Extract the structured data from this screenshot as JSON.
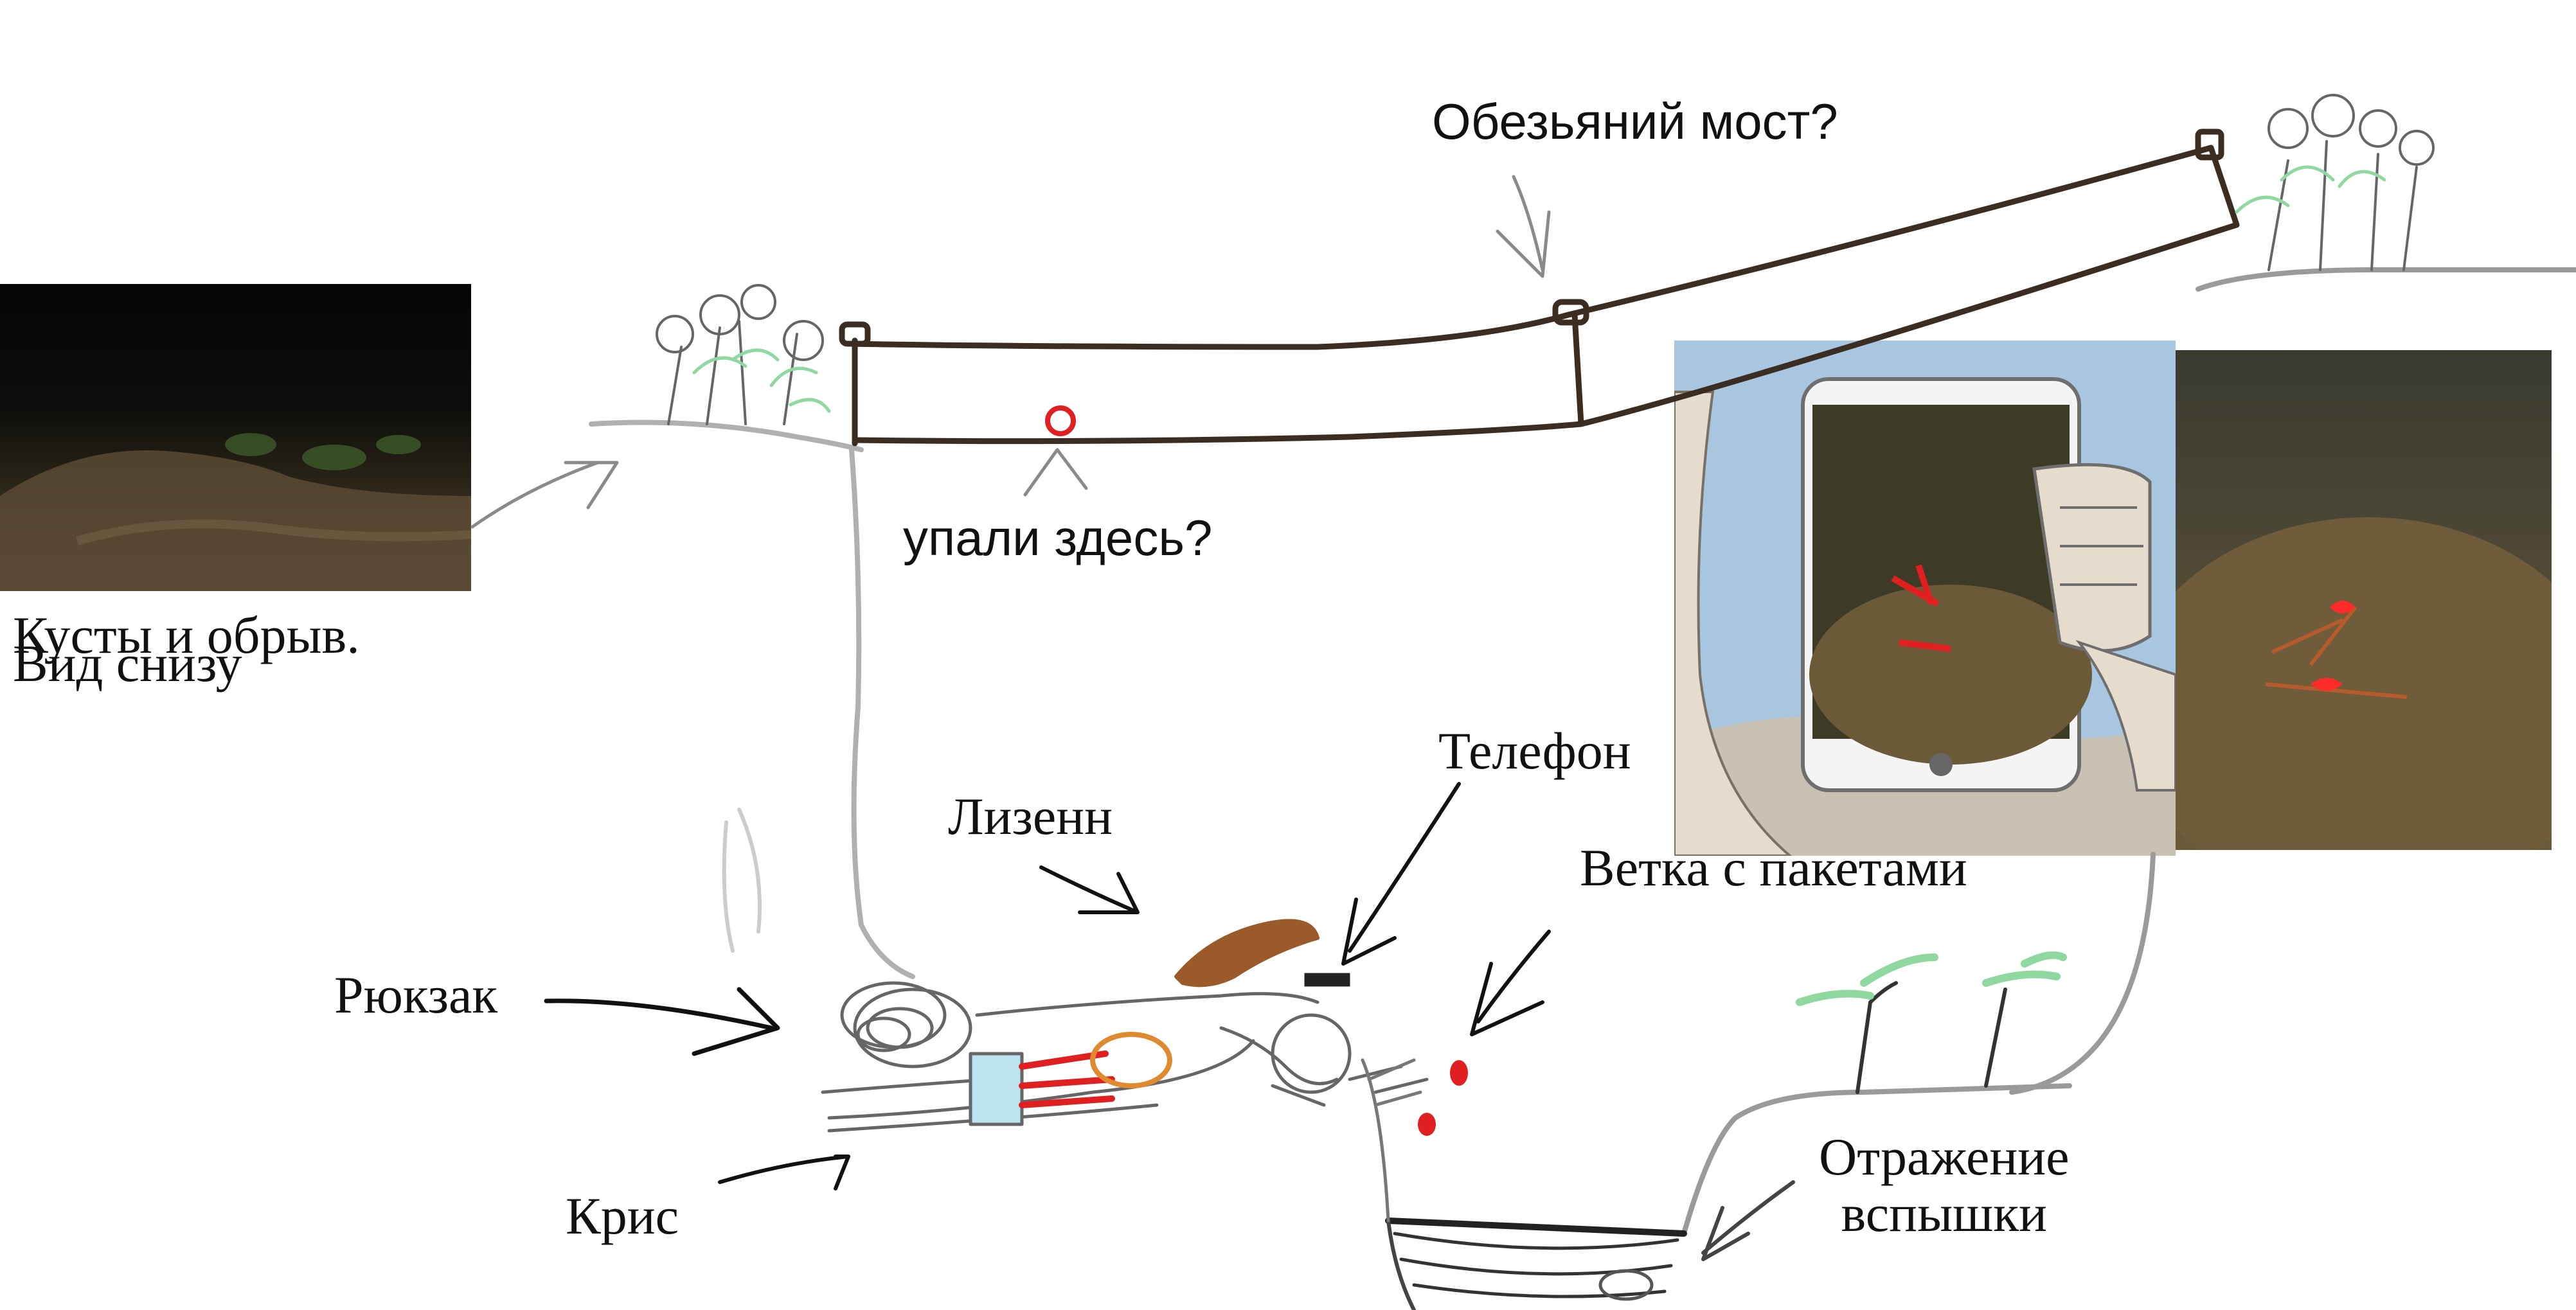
{
  "labels": {
    "bushes_line1": "Кусты и обрыв.",
    "bushes_line2": "Вид снизу",
    "monkey_bridge": "Обезьяний мост?",
    "fell_here": "упали здесь?",
    "phone": "Телефон",
    "lizenn": "Лизенн",
    "branch": "Ветка с пакетами",
    "backpack": "Рюкзак",
    "kris": "Крис",
    "flash_line1": "Отражение",
    "flash_line2": "вспышки"
  },
  "colors": {
    "bridge": "#3b2d22",
    "marker": "#e02020",
    "pencil": "#555555",
    "ground": "#9a9a9a",
    "foliage": "#8fd8a0",
    "hair": "#9a5a2a",
    "sky": "#a9c6e0"
  },
  "icons": [
    "phone-icon",
    "backpack-icon",
    "bush-icon"
  ]
}
